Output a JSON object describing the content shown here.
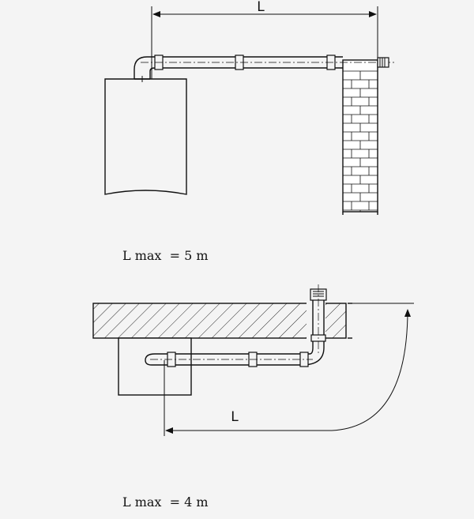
{
  "top_diagram": {
    "dimension_label": "L",
    "caption": "L max  = 5 m"
  },
  "bottom_diagram": {
    "dimension_label": "L",
    "caption": "L max  = 4 m"
  },
  "colors": {
    "background": "#f4f4f4",
    "line": "#111111"
  }
}
